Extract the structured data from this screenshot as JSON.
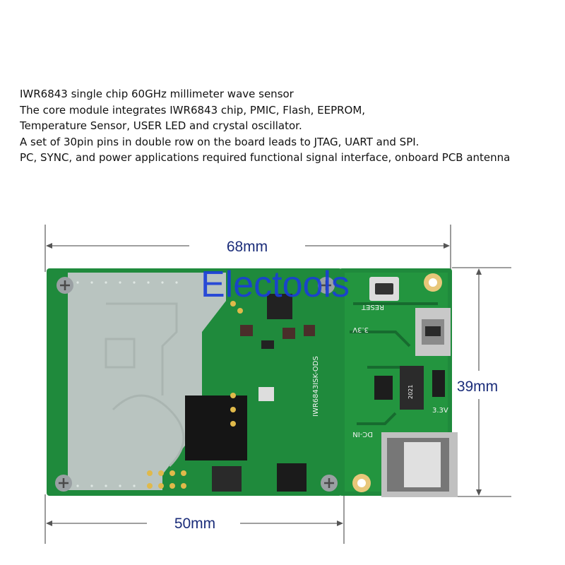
{
  "description_lines": [
    "IWR6843 single chip 60GHz millimeter wave sensor",
    "The core module integrates IWR6843 chip, PMIC, Flash, EEPROM,",
    "Temperature Sensor, USER LED and crystal oscillator.",
    "A set of 30pin pins in double row on the board leads to JTAG, UART and SPI.",
    " PC, SYNC, and power applications required functional signal interface, onboard PCB antenna"
  ],
  "dimensions": {
    "width_total": "68mm",
    "width_module": "50mm",
    "height": "39mm"
  },
  "watermark": "Electools",
  "silkscreen": {
    "reset": "RESET",
    "v33_left": "3.3V",
    "v33_right": "3.3V",
    "dc_in": "DC-IN",
    "model": "IWR6843ISK-ODS",
    "ic": "2021"
  },
  "colors": {
    "pcb": "#1f8a3c",
    "pcb_dark": "#176b2f",
    "antenna": "#b9c4c0",
    "dimension_text": "#1b2d7a",
    "watermark": "#1a3dd9"
  }
}
